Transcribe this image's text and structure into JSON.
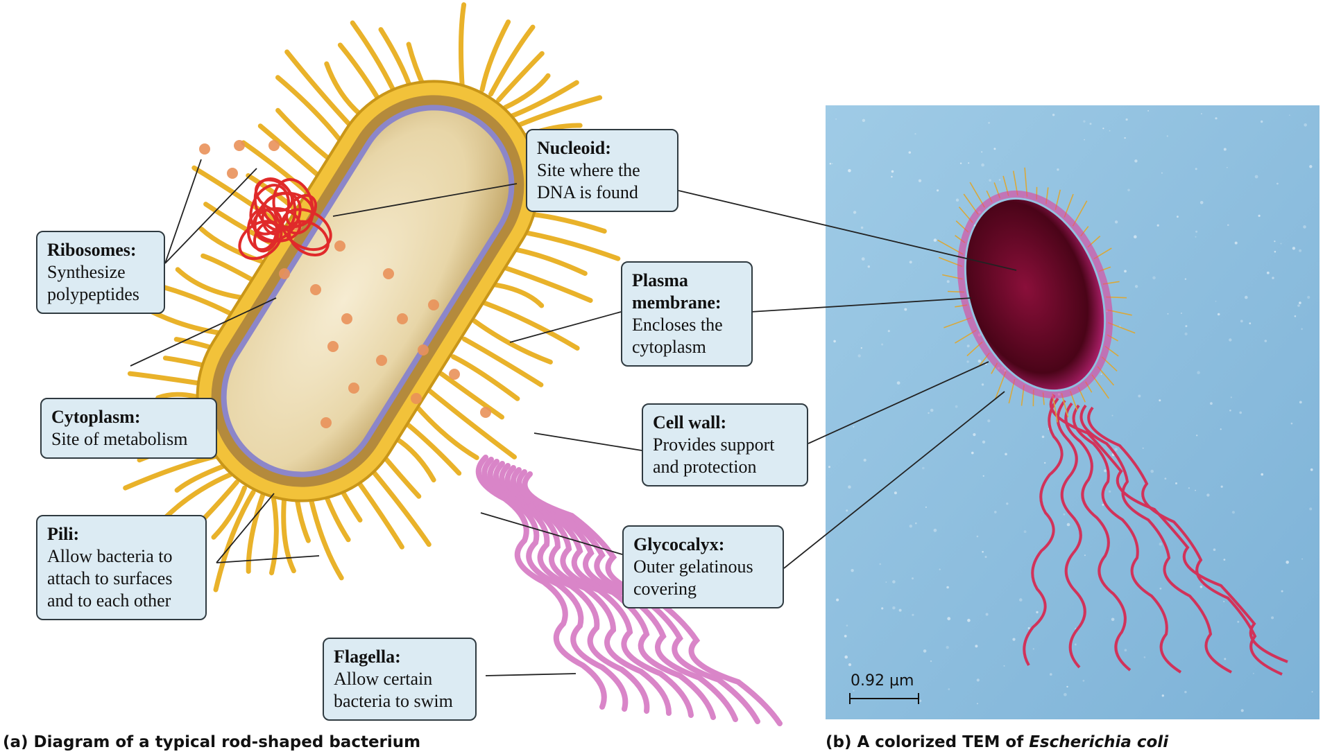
{
  "labels": {
    "ribosomes": {
      "title": "Ribosomes:",
      "desc": "Synthesize polypeptides"
    },
    "nucleoid": {
      "title": "Nucleoid:",
      "desc": "Site where the DNA is found"
    },
    "plasma_membrane": {
      "title": "Plasma membrane:",
      "desc": "Encloses the cytoplasm"
    },
    "cytoplasm": {
      "title": "Cytoplasm:",
      "desc": "Site of metabolism"
    },
    "cell_wall": {
      "title": "Cell wall:",
      "desc": "Provides support and protection"
    },
    "pili": {
      "title": "Pili:",
      "desc": "Allow bacteria to attach to surfaces and to each other"
    },
    "glycocalyx": {
      "title": "Glycocalyx:",
      "desc": "Outer gelatinous covering"
    },
    "flagella": {
      "title": "Flagella:",
      "desc": "Allow certain bacteria to swim"
    }
  },
  "captions": {
    "a": "(a) Diagram of a typical rod-shaped bacterium",
    "b_prefix": "(b) A colorized TEM of ",
    "b_species": "Escherichia coli"
  },
  "scale_bar": "0.92 µm",
  "colors": {
    "glycocalyx": "#f2c23a",
    "cytoplasm": "#efe2bf",
    "membrane": "#8c86c9",
    "dna": "#e02a2a",
    "ribosome": "#e9915a",
    "flagella": "#d77fc6",
    "label_bg": "#dcebf3",
    "tem_bg": "#8fc0df",
    "tem_cell": "#5a0520"
  }
}
